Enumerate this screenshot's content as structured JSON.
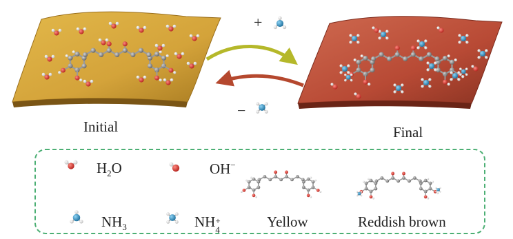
{
  "panels": {
    "initial_caption": "Initial",
    "final_caption": "Final"
  },
  "reaction": {
    "plus_sign": "+",
    "minus_sign": "−"
  },
  "legend": {
    "water": {
      "base": "H",
      "sub": "2",
      "tail": "O"
    },
    "hydroxide": {
      "base": "OH",
      "sup": "−"
    },
    "ammonia": {
      "base": "NH",
      "sub": "3"
    },
    "ammonium": {
      "base": "NH",
      "sub": "4",
      "sup": "+"
    },
    "yellow": "Yellow",
    "reddish_brown": "Reddish brown"
  },
  "colors": {
    "initial_sheet": "#d4a73a",
    "final_sheet": "#b84a35",
    "forward_arrow": "#b5b82a",
    "reverse_arrow": "#b5482e",
    "oxygen": "#c8302a",
    "hydrogen": "#f2f2f2",
    "nitrogen": "#2b8fc4",
    "carbon": "#7e7e7e",
    "legend_border": "#4caf74"
  }
}
